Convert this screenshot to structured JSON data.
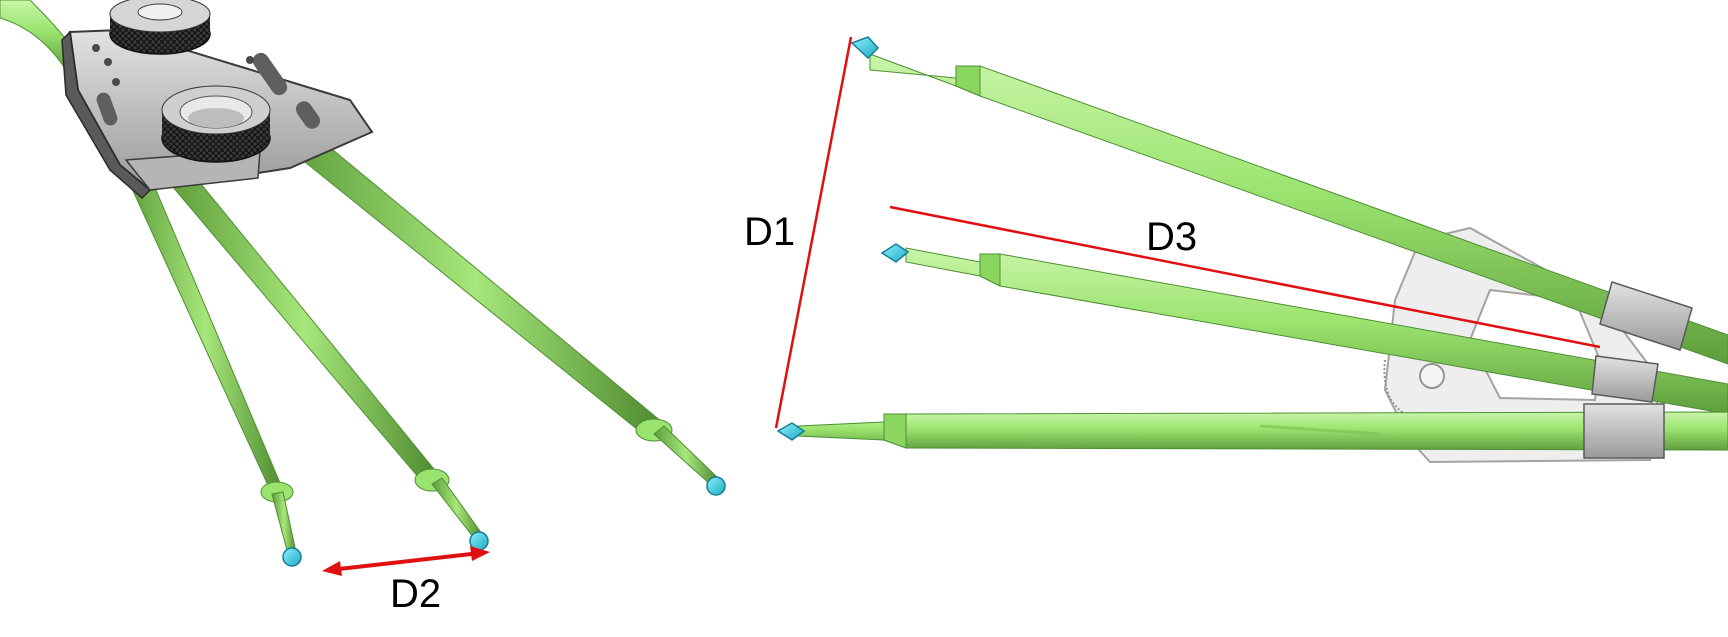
{
  "labels": {
    "d1": "D1",
    "d2": "D2",
    "d3": "D3"
  },
  "colors": {
    "rod": "#9be36f",
    "rod_dark": "#6fbf4a",
    "rod_edge": "#4e8f33",
    "tip": "#3ad4e6",
    "bracket": "#8a8a8a",
    "bracket_light": "#c8c8c8",
    "dimension_line": "#e01010",
    "label_text": "#000000"
  }
}
